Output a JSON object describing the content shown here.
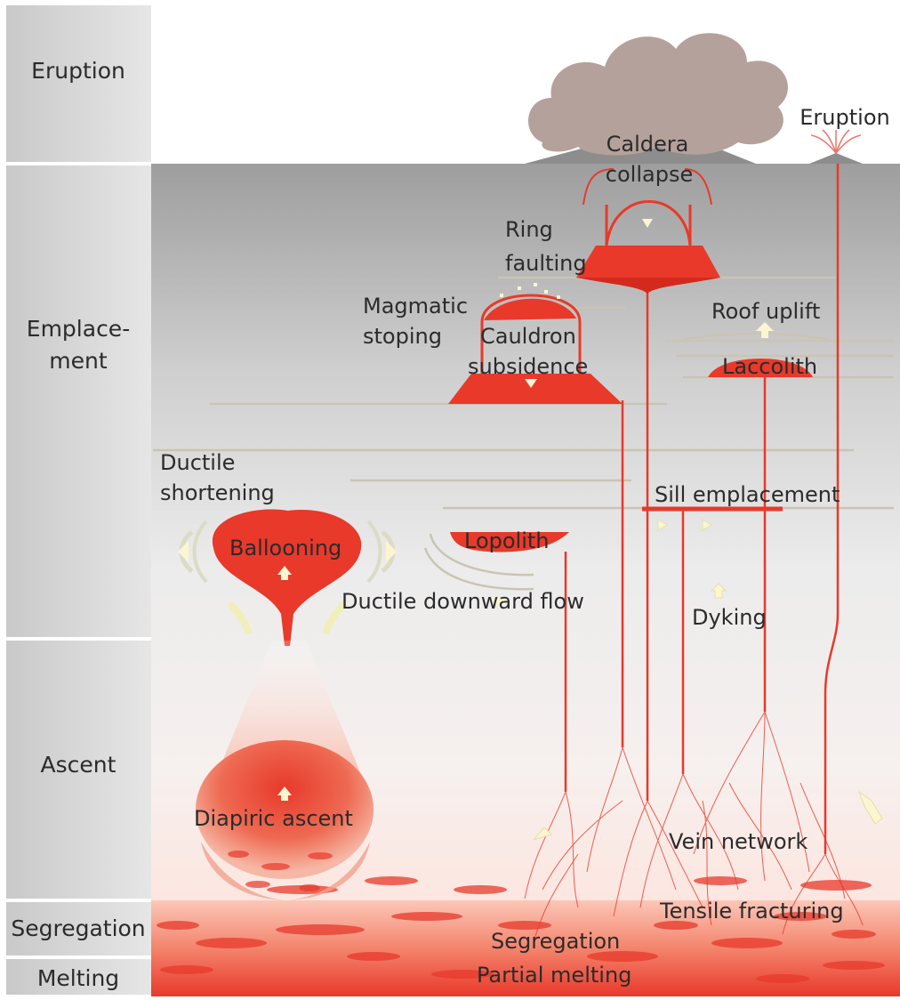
{
  "stages": {
    "eruption": "Eruption",
    "emplacement_1": "Emplace-",
    "emplacement_2": "ment",
    "ascent": "Ascent",
    "segregation": "Segregation",
    "melting": "Melting"
  },
  "labels": {
    "caldera_1": "Caldera",
    "caldera_2": "collapse",
    "eruption": "Eruption",
    "ring_1": "Ring",
    "ring_2": "faulting",
    "stoping_1": "Magmatic",
    "stoping_2": "stoping",
    "cauldron_1": "Cauldron",
    "cauldron_2": "subsidence",
    "roof_uplift": "Roof uplift",
    "laccolith": "Laccolith",
    "ductile_short_1": "Ductile",
    "ductile_short_2": "shortening",
    "sill": "Sill emplacement",
    "ballooning": "Ballooning",
    "lopolith": "Lopolith",
    "ductile_down": "Ductile downward flow",
    "dyking": "Dyking",
    "diapiric": "Diapiric ascent",
    "vein": "Vein network",
    "tensile": "Tensile fracturing",
    "segregation": "Segregation",
    "partial_melting": "Partial melting"
  },
  "colors": {
    "magma": "#e8392b",
    "magma_dark": "#d42a1e",
    "ash_cloud": "#b5a19b",
    "sidebar": "#d8d8d8",
    "sediment_line": "#c9c4b4",
    "arrow_fill": "#fbf6d0"
  }
}
